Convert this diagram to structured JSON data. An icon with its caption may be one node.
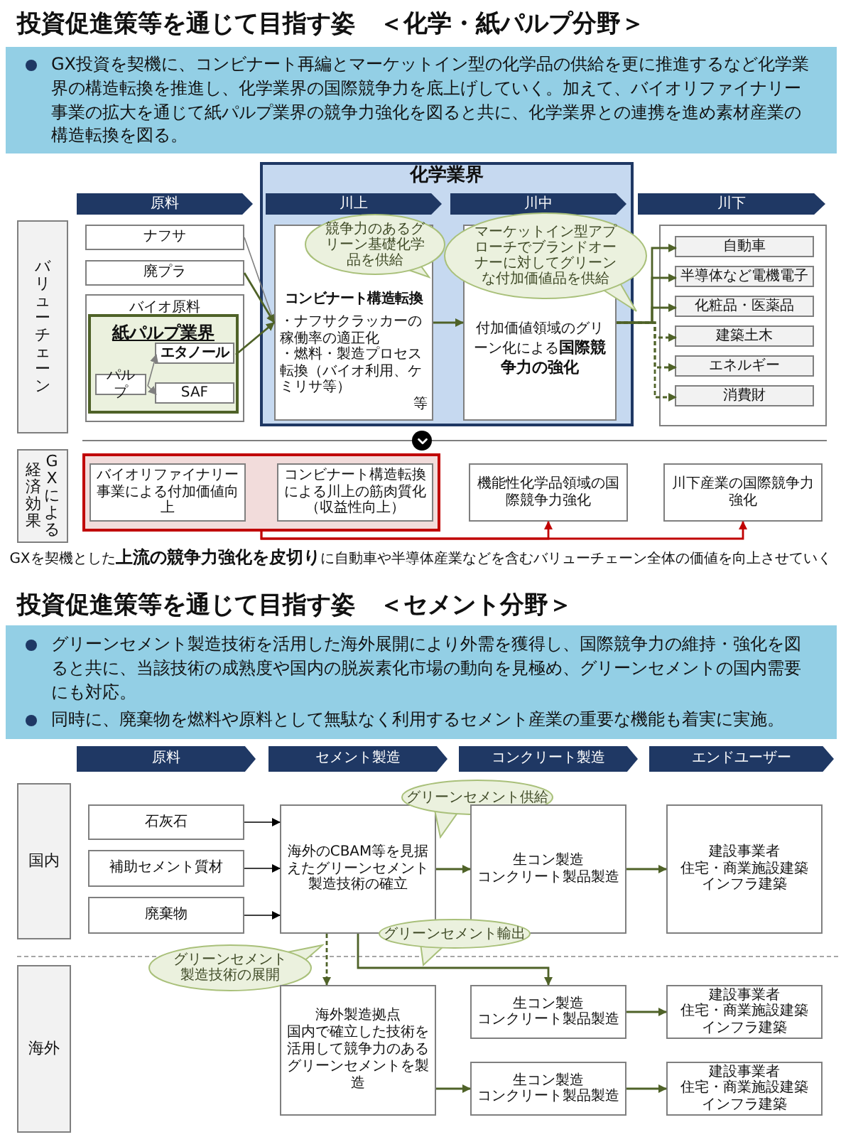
{
  "diagram": {
    "title": "投資促進策等を通じて目指す姿　＜化学・紙パルプ分野＞",
    "nodes": [
      {
        "text": [
          "GX投資を契機に、コンビナート再編とマーケットイン型の化学品の供給を更に推進するなど化学業界の構造転換を推進し、化学業界の国際競争力を底上げしていく。加えて、バイオリファイナリー事業の拡大を通じて紙パルプ業界の競争力強化を図ると共に、化学業界との連携を進め素材産業の構造転換を図る。"
        ]
      },
      {
        "text": [
          "原料"
        ]
      },
      {
        "text": [
          "化学業界"
        ]
      },
      {
        "text": [
          "川上"
        ],
        "in": 2
      },
      {
        "text": [
          "川中"
        ],
        "in": 2
      },
      {
        "text": [
          "川下"
        ]
      },
      {
        "text": [
          "バリューチェーン"
        ]
      },
      {
        "text": [
          "ナフサ"
        ]
      },
      {
        "text": [
          "廃プラ"
        ]
      },
      {
        "text": [
          "バイオ原料"
        ]
      },
      {
        "text": [
          "紙パルプ業界"
        ],
        "in": 9
      },
      {
        "text": [
          "パルプ"
        ],
        "in": 10
      },
      {
        "text": [
          "エタノール"
        ],
        "in": 10
      },
      {
        "text": [
          "SAF"
        ],
        "in": 10
      },
      {
        "text": [
          "コンビナート構造転換",
          "・ナフサクラッカーの稼働率の適正化",
          "・燃料・製造プロセス転換（バイオ利用、ケミリサ等）",
          "等"
        ],
        "in": 2
      },
      {
        "text": [
          "競争力のあるグリーン基礎化学品を供給"
        ],
        "in": 2
      },
      {
        "text": [
          "付加価値領域のグリーン化による**国際競争力の強化**"
        ],
        "in": 2
      },
      {
        "text": [
          "マーケットイン型アプローチでブランドオーナーに対してグリーンな付加価値品を供給"
        ]
      },
      {
        "text": [],
        "shape": "box"
      },
      {
        "text": [
          "自動車"
        ],
        "in": 18
      },
      {
        "text": [
          "半導体など電機電子"
        ],
        "in": 18
      },
      {
        "text": [
          "化粧品・医薬品"
        ],
        "in": 18
      },
      {
        "text": [
          "建築土木"
        ],
        "in": 18
      },
      {
        "text": [
          "エネルギー"
        ],
        "in": 18
      },
      {
        "text": [
          "消費財"
        ],
        "in": 18
      },
      {
        "text": [
          "経済効果",
          "GXによる"
        ]
      },
      {
        "text": [],
        "shape": "box"
      },
      {
        "text": [
          "バイオリファイナリー事業による付加価値向上"
        ],
        "in": 26
      },
      {
        "text": [
          "コンビナート構造転換による川上の筋肉質化（収益性向上）"
        ],
        "in": 26
      },
      {
        "text": [
          "機能性化学品領域の国際競争力強化"
        ]
      },
      {
        "text": [
          "川下産業の国際競争力強化"
        ]
      },
      {
        "text": [
          "グリーンセメント製造技術を活用した海外展開により外需を獲得し、国際競争力の維持・強化を図ると共に、当該技術の成熟度や国内の脱炭素化市場の動向を見極め、グリーンセメントの国内需要にも対応。",
          "同時に、廃棄物を燃料や原料として無駄なく利用するセメント産業の重要な機能も着実に実施。"
        ]
      },
      {
        "text": [
          "原料"
        ]
      },
      {
        "text": [
          "セメント製造"
        ]
      },
      {
        "text": [
          "コンクリート製造"
        ]
      },
      {
        "text": [
          "エンドユーザー"
        ]
      },
      {
        "text": [
          "国内"
        ]
      },
      {
        "text": [
          "石灰石"
        ]
      },
      {
        "text": [
          "補助セメント質材"
        ]
      },
      {
        "text": [
          "廃棄物"
        ]
      },
      {
        "text": [
          "海外のCBAM等を見据えたグリーンセメント製造技術の確立"
        ]
      },
      {
        "text": [
          "グリーンセメント供給"
        ]
      },
      {
        "text": [
          "生コン製造",
          "コンクリート製品製造"
        ]
      },
      {
        "text": [
          "建設事業者",
          "住宅・商業施設建築",
          "インフラ建築"
        ]
      },
      {
        "text": [
          "グリーンセメント輸出"
        ]
      },
      {
        "text": [
          "海外"
        ]
      },
      {
        "text": [
          "グリーンセメント製造技術の展開"
        ]
      },
      {
        "text": [
          "海外製造拠点",
          "国内で確立した技術を活用して競争力のあるグリーンセメントを製造"
        ]
      },
      {
        "text": [
          "生コン製造",
          "コンクリート製品製造"
        ]
      },
      {
        "text": [
          "建設事業者",
          "住宅・商業施設建築",
          "インフラ建築"
        ]
      },
      {
        "text": [
          "生コン製造",
          "コンクリート製品製造"
        ]
      },
      {
        "text": [
          "建設事業者",
          "住宅・商業施設建築",
          "インフラ建築"
        ]
      }
    ],
    "edges": [
      {
        "from": 7,
        "to": 14,
        "arrow": "to",
        "color": "#7f7f7f"
      },
      {
        "from": 8,
        "to": 14,
        "arrow": "to"
      },
      {
        "from": 11,
        "to": 12,
        "arrow": "to",
        "color": "#7f7f7f"
      },
      {
        "from": 11,
        "to": 13,
        "arrow": "to",
        "color": "#7f7f7f"
      },
      {
        "from": 12,
        "to": 14,
        "arrow": "to"
      },
      {
        "from": 14,
        "to": 16,
        "arrow": "to"
      },
      {
        "from": 16,
        "to": 19,
        "arrow": "to"
      },
      {
        "from": 16,
        "to": 20,
        "arrow": "to"
      },
      {
        "from": 16,
        "to": 21,
        "arrow": "to"
      },
      {
        "from": 16,
        "to": 22,
        "arrow": "to",
        "style": "dashed"
      },
      {
        "from": 16,
        "to": 23,
        "arrow": "to",
        "style": "dashed"
      },
      {
        "from": 16,
        "to": 24,
        "arrow": "to",
        "style": "dashed"
      },
      {
        "from": 26,
        "to": 29,
        "arrow": "to",
        "color": "#c00000"
      },
      {
        "from": 26,
        "to": 30,
        "arrow": "to",
        "color": "#c00000"
      },
      {
        "from": 37,
        "to": 40,
        "arrow": "to",
        "color": "#000000"
      },
      {
        "from": 38,
        "to": 40,
        "arrow": "to",
        "color": "#000000"
      },
      {
        "from": 39,
        "to": 40,
        "arrow": "to",
        "color": "#000000"
      },
      {
        "from": 40,
        "to": 42,
        "arrow": "to"
      },
      {
        "from": 42,
        "to": 43,
        "arrow": "to"
      },
      {
        "from": 40,
        "to": 47,
        "arrow": "to",
        "style": "dashed"
      },
      {
        "from": 40,
        "to": 48,
        "arrow": "to"
      },
      {
        "from": 47,
        "to": 50,
        "arrow": "to"
      },
      {
        "from": 48,
        "to": 49,
        "arrow": "to"
      },
      {
        "from": 50,
        "to": 51,
        "arrow": "to"
      }
    ],
    "labels": [
      "GXを契機とした**上流の競争力強化を皮切り**に自動車や半導体産業などを含むバリューチェーン全体の価値を向上させていく",
      "投資促進策等を通じて目指す姿　＜セメント分野＞"
    ]
  }
}
